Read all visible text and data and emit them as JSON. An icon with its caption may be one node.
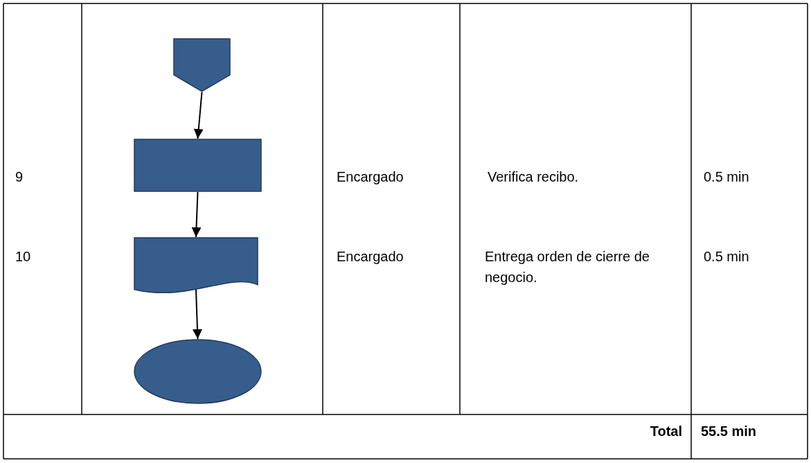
{
  "diagram": {
    "nodes": [
      {
        "text": [],
        "shape": "pentagon"
      },
      {
        "text": [],
        "shape": "box"
      },
      {
        "text": [],
        "shape": "document"
      },
      {
        "text": [],
        "shape": "ellipse"
      }
    ],
    "edges": [
      {
        "from": 0,
        "to": 1,
        "arrow": "to"
      },
      {
        "from": 1,
        "to": 2,
        "arrow": "to"
      },
      {
        "from": 2,
        "to": 3,
        "arrow": "to"
      }
    ],
    "labels": [
      "9",
      "Encargado",
      "Verifica recibo.",
      "0.5 min",
      "10",
      "Encargado",
      "Entrega orden de cierre de negocio.",
      "0.5 min",
      "Total",
      "55.5 min"
    ]
  }
}
